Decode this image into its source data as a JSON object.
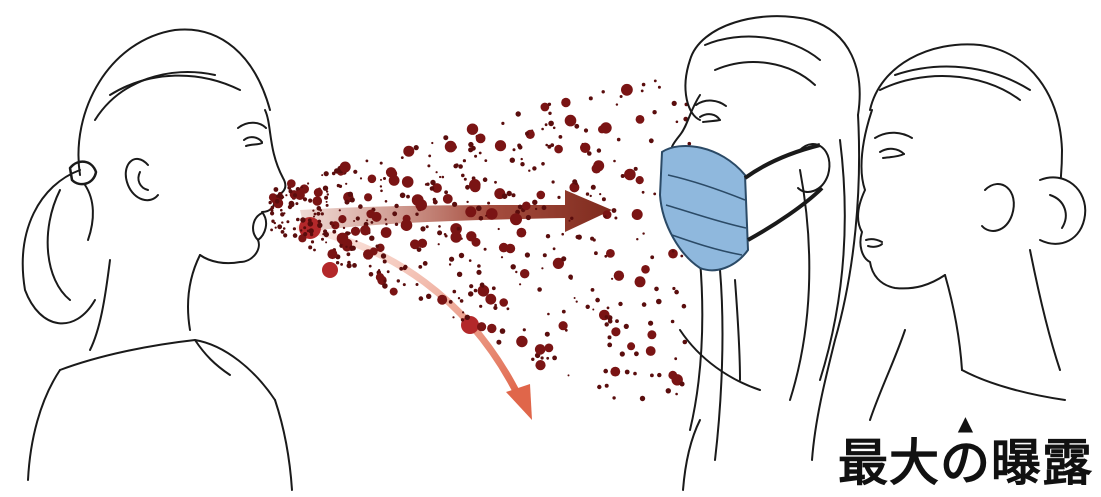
{
  "caption": {
    "marker": "▲",
    "text": "最大の曝露"
  },
  "colors": {
    "line": "#1a1a1a",
    "droplet": "#7a1414",
    "droplet_small": "#5a0d0d",
    "arrow_main": "#9c3a2a",
    "arrow_secondary": "#e07a5f",
    "mask": "#8fb8dd",
    "mask_stroke": "#2b4a66",
    "skin": "#ffffff"
  },
  "figures": [
    {
      "name": "speaker"
    },
    {
      "name": "masked-listener"
    },
    {
      "name": "unmasked-listener"
    }
  ]
}
